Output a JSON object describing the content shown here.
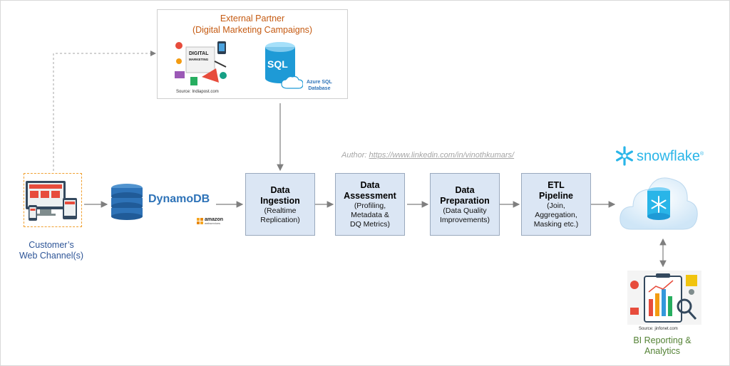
{
  "partner": {
    "title_line1": "External Partner",
    "title_line2": "(Digital Marketing Campaigns)",
    "dm_label_1": "DIGITAL",
    "dm_label_2": "MARKETING",
    "dm_source": "Source: Indiapost.com",
    "sql_label": "SQL",
    "azure_line1": "Azure SQL",
    "azure_line2": "Database"
  },
  "author": {
    "prefix": "Author: ",
    "url": "https://www.linkedin.com/in/vinothkumars/"
  },
  "web": {
    "line1": "Customer’s",
    "line2": "Web Channel(s)"
  },
  "dynamo": {
    "name": "DynamoDB",
    "amazon": "amazon",
    "amazon_sub": "webservices"
  },
  "stages": [
    {
      "title": "Data\nIngestion",
      "sub": "(Realtime\nReplication)"
    },
    {
      "title": "Data\nAssessment",
      "sub": "(Profiling,\nMetadata &\nDQ Metrics)"
    },
    {
      "title": "Data\nPreparation",
      "sub": "(Data Quality\nImprovements)"
    },
    {
      "title": "ETL\nPipeline",
      "sub": "(Join,\nAggregation,\nMasking etc.)"
    }
  ],
  "snowflake": {
    "name": "snowflake",
    "mark": "®"
  },
  "bi": {
    "source": "Source: jinfonet.com",
    "line1": "BI Reporting &",
    "line2": "Analytics"
  },
  "colors": {
    "orange_text": "#c55a11",
    "green_text": "#548235",
    "snowflake_blue": "#29b5e8",
    "dynamo_blue": "#2e73b8",
    "stage_fill": "#dbe6f4",
    "arrow": "#7f7f7f"
  }
}
